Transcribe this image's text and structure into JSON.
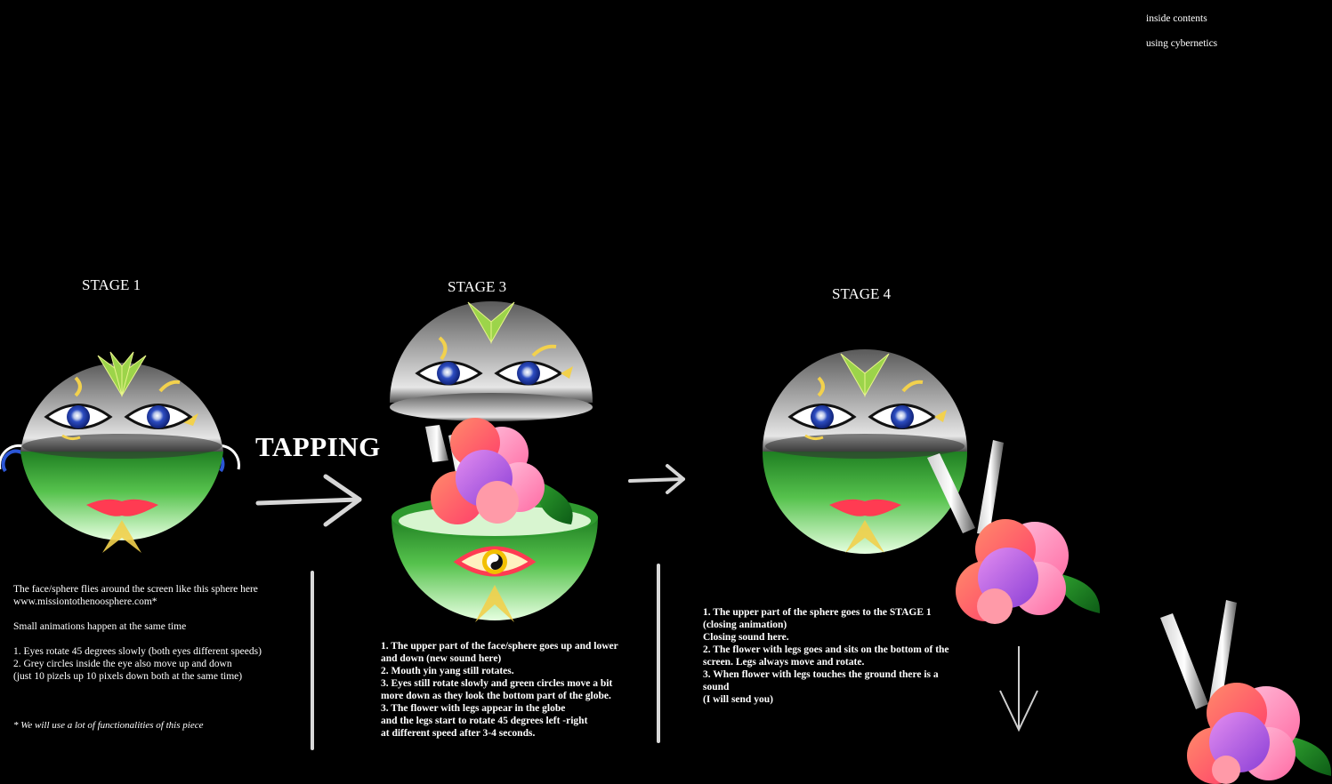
{
  "top_note": {
    "line1": "inside contents",
    "line2": "using cybernetics"
  },
  "stage1": {
    "title": "STAGE 1",
    "description": "The face/sphere  flies around the screen like this sphere here\nwww.missiontothenoosphere.com*\n\nSmall animations happen at the same time\n\n1. Eyes rotate 45 degrees slowly (both eyes different speeds)\n2. Grey circles inside the eye also  move  up and down\n(just 10 pizels up 10 pixels down both at the same time)",
    "footnote": "* We will use a lot of functionalities of this piece"
  },
  "tapping": {
    "label": "TAPPING"
  },
  "stage3": {
    "title": "STAGE 3",
    "description": "1. The upper part of the face/sphere goes up and lower\nand down (new sound here)\n2. Mouth yin yang still rotates.\n3. Eyes still rotate slowly and green circles move a bit\nmore down as they look the bottom part of the globe.\n3. The flower with legs  appear in the globe\nand the legs start to rotate 45 degrees left -right\nat different speed after 3-4 seconds."
  },
  "stage4": {
    "title": "STAGE 4",
    "description": "1. The upper  part of the sphere goes to the STAGE 1\n(closing animation)\nClosing sound here.\n2. The flower with legs  goes and sits on the bottom of the\nscreen. Legs always move and rotate.\n3. When flower with legs touches the ground there is a\nsound\n(I will send you)"
  },
  "icons": [
    "sphere-face-icon",
    "eye-icon",
    "lips-icon",
    "yin-yang-icon",
    "flower-with-legs-icon",
    "arrow-right-icon",
    "arrow-down-icon"
  ],
  "colors": {
    "background": "#000000",
    "sphere_top": "#8c8c8c",
    "sphere_bottom": "#3fae3a",
    "eye_iris": "#1a3fb0",
    "lips": "#ff3b52",
    "accent_yellow": "#ffd04a"
  }
}
